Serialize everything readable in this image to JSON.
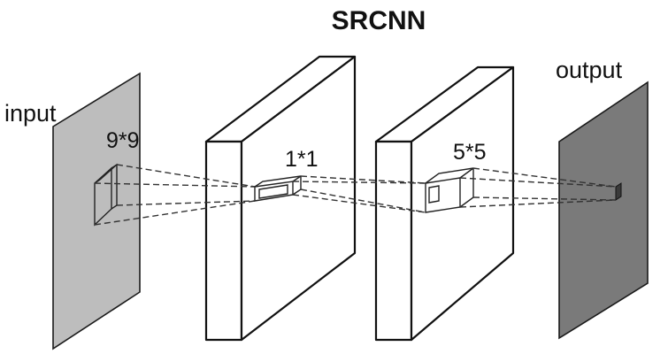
{
  "title": "SRCNN",
  "labels": {
    "input": "input",
    "output": "output"
  },
  "kernels": {
    "layer1": "9*9",
    "layer2": "1*1",
    "layer3": "5*5"
  },
  "colors": {
    "input_plane": "#bdbdbd",
    "output_plane": "#7a7a7a",
    "block_face": "#ffffff",
    "outline": "#111111"
  }
}
